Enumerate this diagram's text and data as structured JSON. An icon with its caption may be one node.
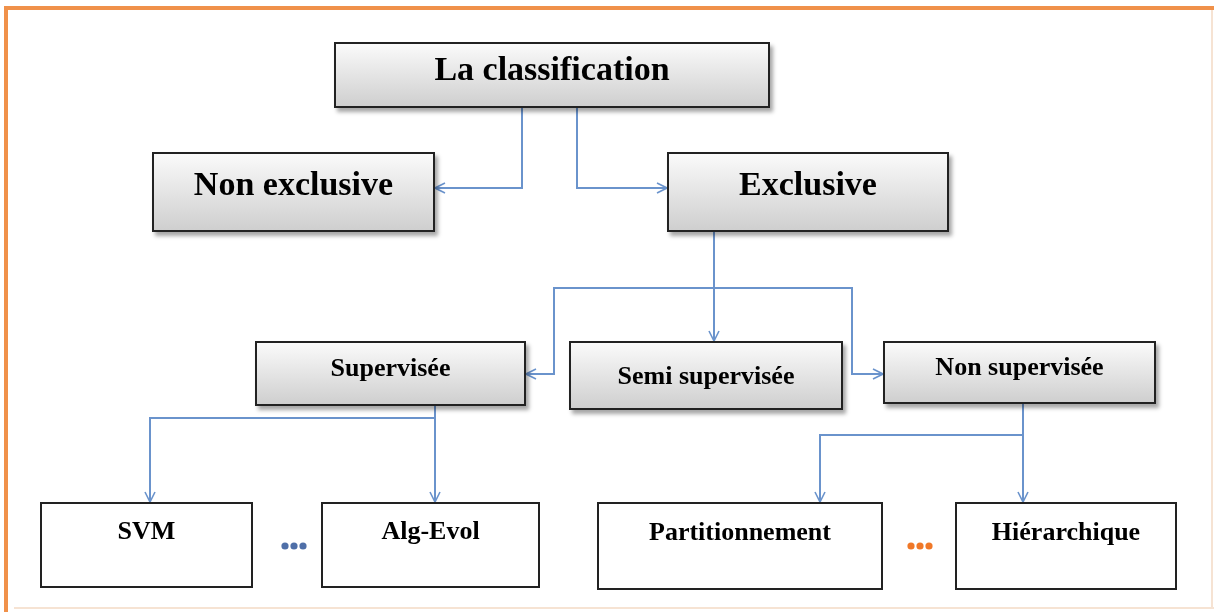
{
  "diagram": {
    "nodes": [
      {
        "text": [
          "La classification"
        ]
      },
      {
        "text": [
          "Non exclusive"
        ]
      },
      {
        "text": [
          "Exclusive"
        ]
      },
      {
        "text": [
          "Supervisée"
        ]
      },
      {
        "text": [
          "Semi supervisée"
        ]
      },
      {
        "text": [
          "Non supervisée"
        ]
      },
      {
        "text": [
          "SVM"
        ]
      },
      {
        "text": [
          "Alg-Evol"
        ]
      },
      {
        "text": [
          "Partitionnement"
        ]
      },
      {
        "text": [
          "Hiérarchique"
        ]
      }
    ],
    "edges": [
      {
        "from": 0,
        "to": 1,
        "arrow": "to"
      },
      {
        "from": 0,
        "to": 2,
        "arrow": "to"
      },
      {
        "from": 2,
        "to": 3,
        "arrow": "to"
      },
      {
        "from": 2,
        "to": 4,
        "arrow": "to"
      },
      {
        "from": 2,
        "to": 5,
        "arrow": "to"
      },
      {
        "from": 3,
        "to": 6,
        "arrow": "to"
      },
      {
        "from": 3,
        "to": 7,
        "arrow": "to"
      },
      {
        "from": 5,
        "to": 8,
        "arrow": "to"
      },
      {
        "from": 5,
        "to": 9,
        "arrow": "to"
      }
    ]
  }
}
